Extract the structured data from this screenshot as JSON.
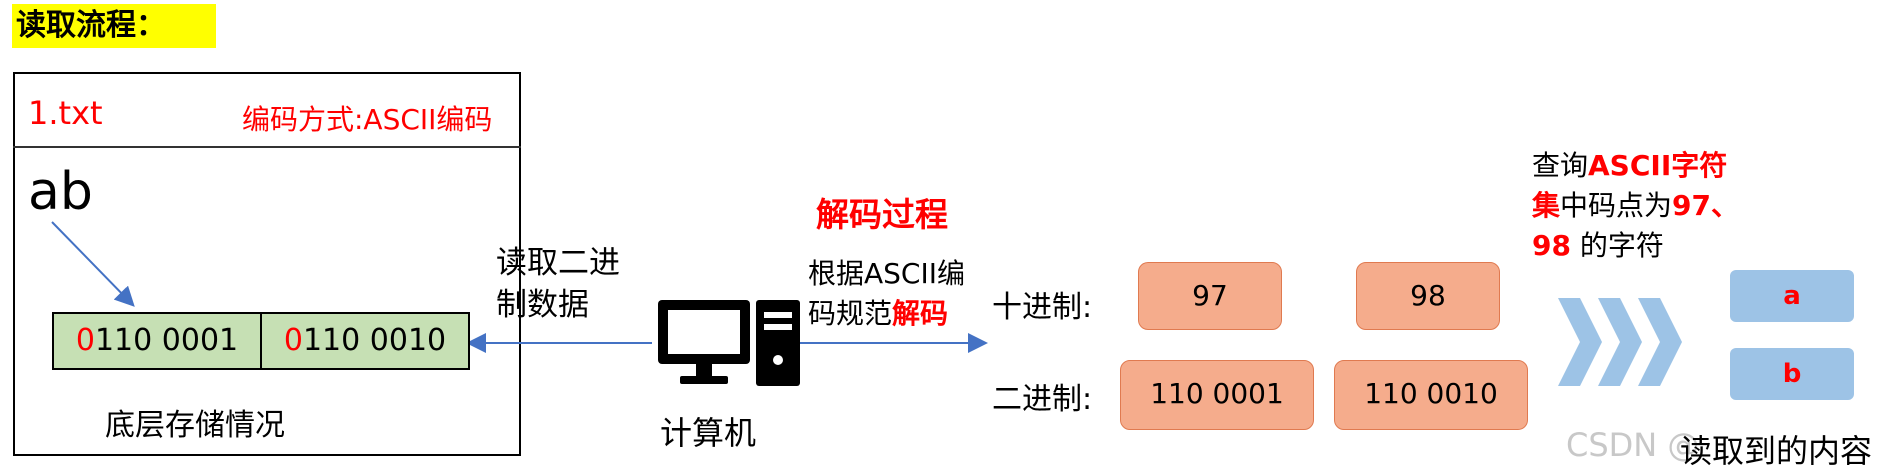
{
  "title": "读取流程：",
  "file": {
    "name": "1.txt",
    "encoding": "编码方式:ASCII编码",
    "content": "ab"
  },
  "storage": {
    "cells": [
      {
        "lead": "0",
        "rest": "110 0001"
      },
      {
        "lead": "0",
        "rest": "110 0010"
      }
    ],
    "caption": "底层存储情况"
  },
  "read_label_line1": "读取二进",
  "read_label_line2": "制数据",
  "computer_label": "计算机",
  "decode": {
    "title": "解码过程",
    "rule_line1": "根据ASCII编",
    "rule_line2_plain": "码规范",
    "rule_line2_red": "解码"
  },
  "decimal": {
    "label": "十进制:",
    "values": [
      "97",
      "98"
    ]
  },
  "binary": {
    "label": "二进制:",
    "values": [
      "110 0001",
      "110 0010"
    ]
  },
  "lookup": {
    "p1": "查询",
    "p2": "ASCII字符",
    "p3": "集",
    "p4": "中码点为",
    "p5": "97、",
    "p6": "98",
    "p7": " 的字符"
  },
  "results": [
    "a",
    "b"
  ],
  "result_caption": "读取到的内容",
  "watermark": "CSDN @"
}
